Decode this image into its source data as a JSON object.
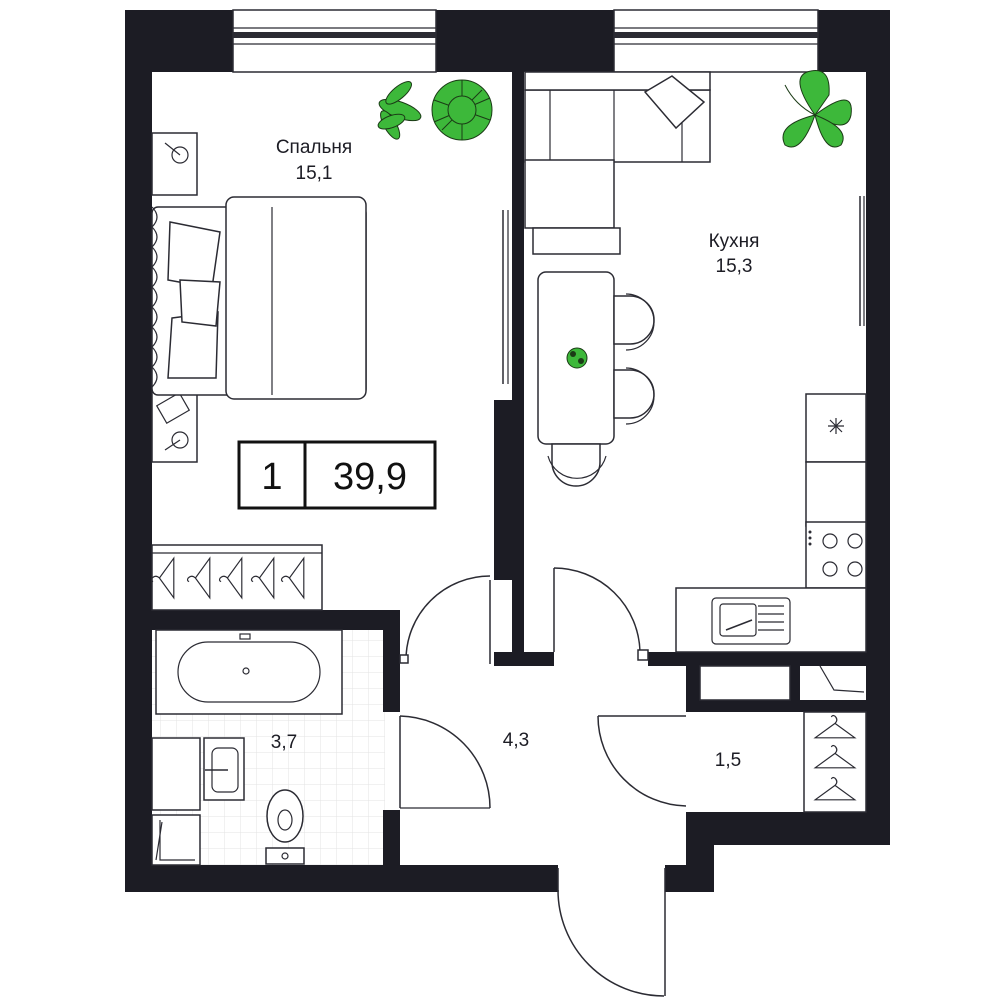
{
  "plan": {
    "rooms": [
      {
        "id": "bedroom",
        "name": "Спальня",
        "area": "15,1"
      },
      {
        "id": "kitchen",
        "name": "Кухня",
        "area": "15,3"
      },
      {
        "id": "bathroom",
        "name": "",
        "area": "3,7"
      },
      {
        "id": "hallway",
        "name": "",
        "area": "4,3"
      },
      {
        "id": "closet",
        "name": "",
        "area": "1,5"
      }
    ],
    "badge": {
      "rooms": "1",
      "total_area": "39,9"
    }
  },
  "colors": {
    "wall": "#1c1c24",
    "plant": "#3db83a",
    "line": "#2b2b33",
    "tile": "#e3e3e3"
  },
  "icons": [
    "bed-icon",
    "sofa-icon",
    "dining-table-icon",
    "chair-icon",
    "bathtub-icon",
    "toilet-icon",
    "sink-icon",
    "stove-icon",
    "hanger-icon",
    "plant-icon",
    "door-icon",
    "window-icon"
  ]
}
